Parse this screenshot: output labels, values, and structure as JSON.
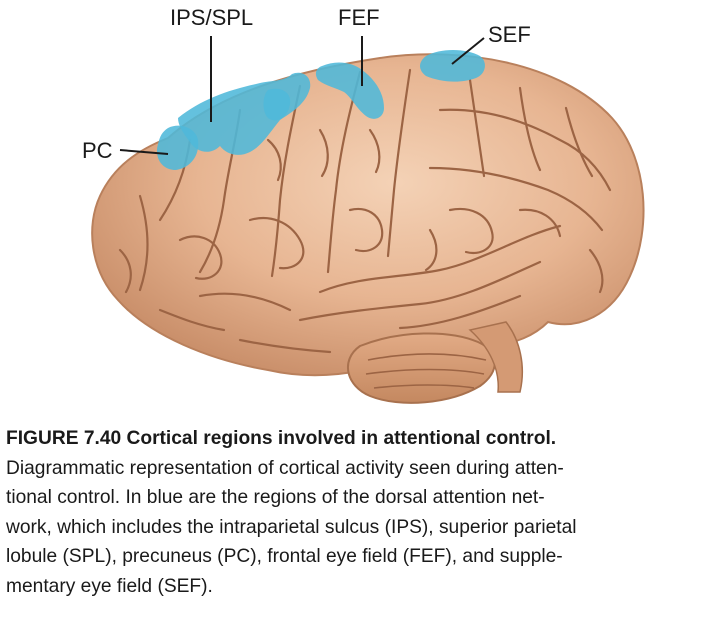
{
  "diagram": {
    "labels": {
      "ips_spl": "IPS/SPL",
      "fef": "FEF",
      "sef": "SEF",
      "pc": "PC"
    },
    "colors": {
      "brain_fill": "#e7b592",
      "brain_shadow": "#b9805c",
      "brain_highlight": "#f4d2b6",
      "sulcus": "#9c6444",
      "region_blue": "#4fb8d9",
      "leader_line": "#1a1a1a"
    }
  },
  "caption": {
    "title_line": "FIGURE 7.40  Cortical regions involved in attentional control.",
    "body_lines": [
      "Diagrammatic representation of cortical activity seen during atten-",
      "tional control. In blue are the regions of the dorsal attention net-",
      "work, which includes the intraparietal sulcus (IPS), superior parietal",
      "lobule (SPL), precuneus (PC), frontal eye field (FEF), and supple-",
      "mentary eye field (SEF)."
    ]
  }
}
